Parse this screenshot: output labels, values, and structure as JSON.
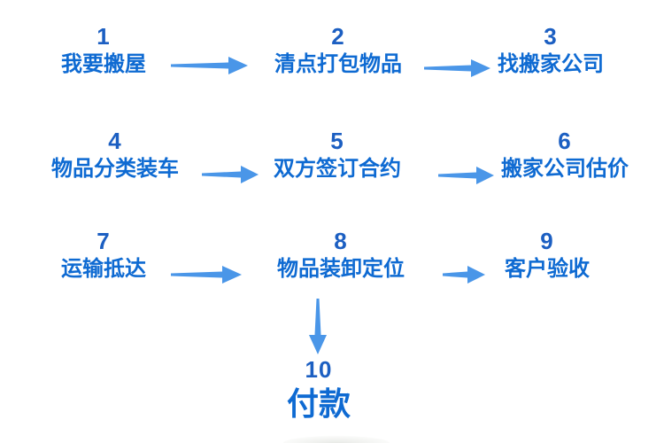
{
  "flowchart": {
    "steps": [
      {
        "number": "1",
        "label": "我要搬屋"
      },
      {
        "number": "2",
        "label": "清点打包物品"
      },
      {
        "number": "3",
        "label": "找搬家公司"
      },
      {
        "number": "4",
        "label": "物品分类装车"
      },
      {
        "number": "5",
        "label": "双方签订合约"
      },
      {
        "number": "6",
        "label": "搬家公司估价"
      },
      {
        "number": "7",
        "label": "运输抵达"
      },
      {
        "number": "8",
        "label": "物品装卸定位"
      },
      {
        "number": "9",
        "label": "客户验收"
      },
      {
        "number": "10",
        "label": "付款"
      }
    ],
    "connections": [
      {
        "from": "1",
        "to": "2",
        "direction": "right"
      },
      {
        "from": "2",
        "to": "3",
        "direction": "right"
      },
      {
        "from": "4",
        "to": "5",
        "direction": "right"
      },
      {
        "from": "5",
        "to": "6",
        "direction": "right"
      },
      {
        "from": "7",
        "to": "8",
        "direction": "right"
      },
      {
        "from": "8",
        "to": "9",
        "direction": "right"
      },
      {
        "from": "8",
        "to": "10",
        "direction": "down"
      }
    ],
    "colors": {
      "step_number": "#1c5fc2",
      "step_label": "#0e6ad2",
      "arrow": "#4a96e8",
      "background": "#ffffff"
    }
  }
}
